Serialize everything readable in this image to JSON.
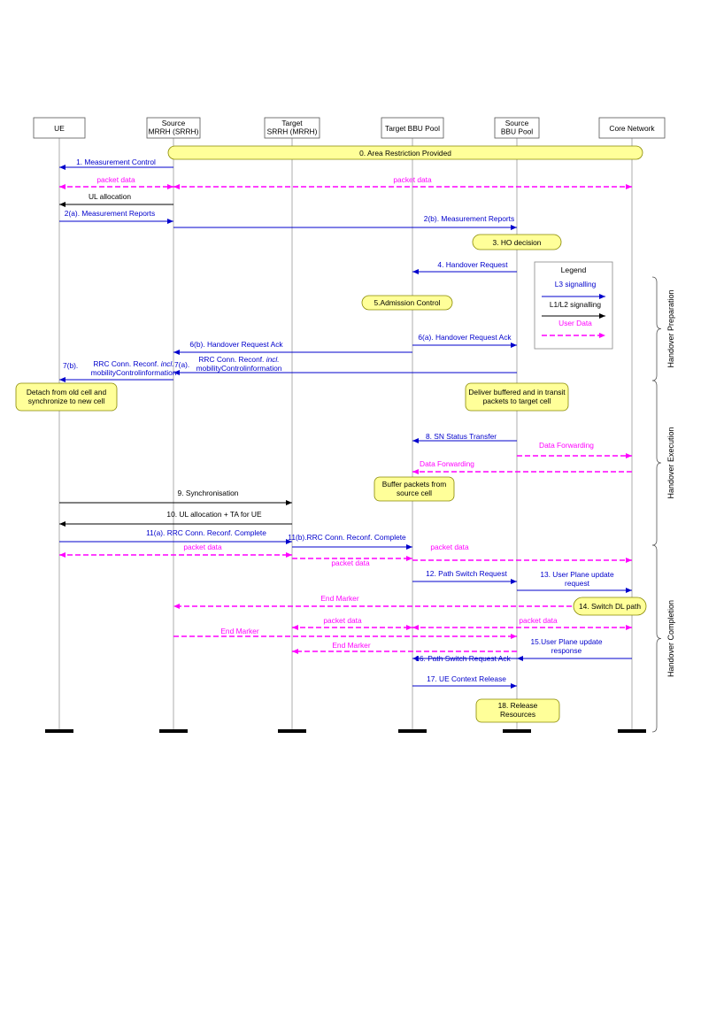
{
  "colors": {
    "signalling_l3": "#0000cc",
    "signalling_l1l2": "#000000",
    "user_data": "#ff00ff",
    "note_fill": "#ffff99",
    "note_stroke": "#888800",
    "lifeline": "#999999"
  },
  "entities": [
    {
      "id": "ue",
      "lines": [
        "UE"
      ]
    },
    {
      "id": "srrh",
      "lines": [
        "Source",
        "MRRH (SRRH)"
      ]
    },
    {
      "id": "trrh",
      "lines": [
        "Target",
        "SRRH (MRRH)"
      ]
    },
    {
      "id": "tbbu",
      "lines": [
        "Target BBU Pool"
      ]
    },
    {
      "id": "sbbu",
      "lines": [
        "Source",
        "BBU Pool"
      ]
    },
    {
      "id": "core",
      "lines": [
        "Core Network"
      ]
    }
  ],
  "notes": [
    {
      "text": [
        "0. Area Restriction Provided"
      ]
    },
    {
      "text": [
        "3.    HO decision"
      ]
    },
    {
      "text": [
        "5.Admission Control"
      ]
    },
    {
      "text": [
        "Detach from old cell and",
        "synchronize to new cell"
      ]
    },
    {
      "text": [
        "Deliver buffered and in transit",
        "packets to target cell"
      ]
    },
    {
      "text": [
        "Buffer packets from",
        "source cell"
      ]
    },
    {
      "text": [
        "14. Switch DL path"
      ]
    },
    {
      "text": [
        "18. Release",
        "Resources"
      ]
    }
  ],
  "messages": [
    {
      "text": [
        "1.  Measurement Control"
      ],
      "type": "l3"
    },
    {
      "text": [
        "packet data"
      ],
      "type": "data"
    },
    {
      "text": [
        "packet data"
      ],
      "type": "data"
    },
    {
      "text": [
        "UL allocation"
      ],
      "type": "l1"
    },
    {
      "text": [
        "2(a). Measurement Reports"
      ],
      "type": "l3"
    },
    {
      "text": [
        "2(b). Measurement Reports"
      ],
      "type": "l3"
    },
    {
      "text": [
        "4.    Handover Request"
      ],
      "type": "l3"
    },
    {
      "text": [
        "6(a).  Handover Request Ack"
      ],
      "type": "l3"
    },
    {
      "text": [
        "6(b).  Handover Request Ack"
      ],
      "type": "l3"
    },
    {
      "text": [
        "RRC Conn. Reconf. incl.",
        "mobilityControlinformation"
      ],
      "type": "l3"
    },
    {
      "text": [
        "7(a)."
      ],
      "type": "l3"
    },
    {
      "text": [
        "7(b)."
      ],
      "type": "l3"
    },
    {
      "text": [
        "RRC Conn. Reconf. incl.",
        "mobilityControlinformation"
      ],
      "type": "l3"
    },
    {
      "text": [
        "8.  SN Status Transfer"
      ],
      "type": "l3"
    },
    {
      "text": [
        "Data Forwarding"
      ],
      "type": "data"
    },
    {
      "text": [
        "Data Forwarding"
      ],
      "type": "data"
    },
    {
      "text": [
        "9.           Synchronisation"
      ],
      "type": "l1"
    },
    {
      "text": [
        "10.    UL allocation    +    TA for UE"
      ],
      "type": "l1"
    },
    {
      "text": [
        "11(a).           RRC Conn. Reconf. Complete"
      ],
      "type": "l3"
    },
    {
      "text": [
        "11(b).RRC Conn. Reconf. Complete"
      ],
      "type": "l3"
    },
    {
      "text": [
        "packet data"
      ],
      "type": "data"
    },
    {
      "text": [
        "packet data"
      ],
      "type": "data"
    },
    {
      "text": [
        "packet data"
      ],
      "type": "data"
    },
    {
      "text": [
        "12.   Path Switch Request"
      ],
      "type": "l3"
    },
    {
      "text": [
        "13.  User Plane update",
        "request"
      ],
      "type": "l3"
    },
    {
      "text": [
        "End Marker"
      ],
      "type": "data"
    },
    {
      "text": [
        "packet data"
      ],
      "type": "data"
    },
    {
      "text": [
        "packet data"
      ],
      "type": "data"
    },
    {
      "text": [
        "End Marker"
      ],
      "type": "data"
    },
    {
      "text": [
        "15.User Plane update",
        "response"
      ],
      "type": "l3"
    },
    {
      "text": [
        "End Marker"
      ],
      "type": "data"
    },
    {
      "text": [
        "16. Path Switch Request Ack"
      ],
      "type": "l3"
    },
    {
      "text": [
        "17.  UE Context Release"
      ],
      "type": "l3"
    }
  ],
  "legend": {
    "title": "Legend",
    "items": [
      {
        "label": "L3  signalling",
        "type": "l3"
      },
      {
        "label": "L1/L2   signalling",
        "type": "l1"
      },
      {
        "label": "User Data",
        "type": "data"
      }
    ]
  },
  "phases": [
    {
      "label": "Handover Preparation"
    },
    {
      "label": "Handover Execution"
    },
    {
      "label": "Handover Completion"
    }
  ]
}
